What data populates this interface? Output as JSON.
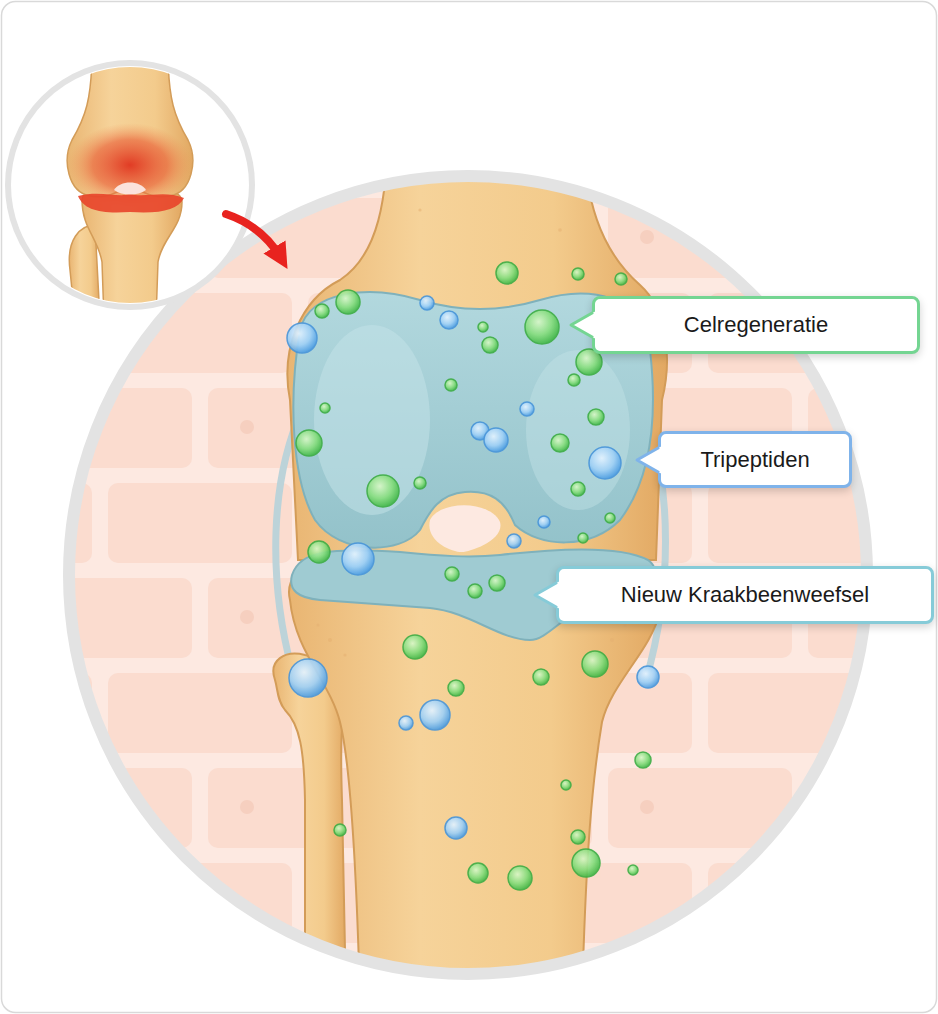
{
  "diagram": {
    "nodes": [
      {
        "text": [
          "Celregeneratie"
        ]
      },
      {
        "text": [
          "Tripeptiden"
        ]
      },
      {
        "text": [
          "Nieuw Kraakbeenweefsel"
        ]
      }
    ]
  }
}
